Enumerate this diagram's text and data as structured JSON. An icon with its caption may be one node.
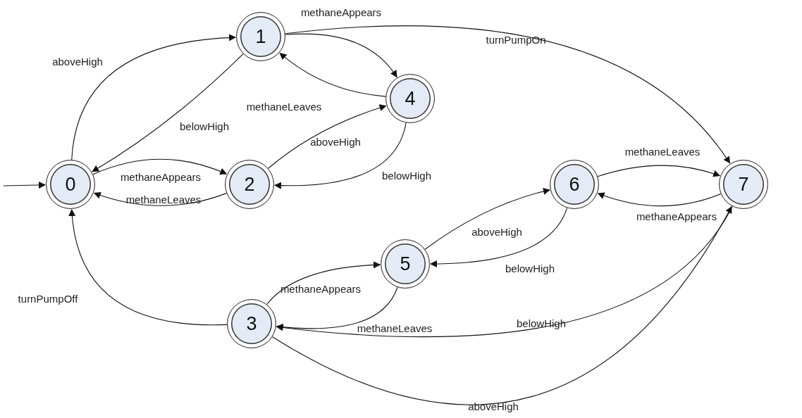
{
  "diagram": {
    "nodes": [
      {
        "text": [
          "0"
        ]
      },
      {
        "text": [
          "1"
        ]
      },
      {
        "text": [
          "2"
        ]
      },
      {
        "text": [
          "3"
        ]
      },
      {
        "text": [
          "4"
        ]
      },
      {
        "text": [
          "5"
        ]
      },
      {
        "text": [
          "6"
        ]
      },
      {
        "text": [
          "7"
        ]
      }
    ],
    "edges": [
      {
        "from": null,
        "to": 0,
        "arrow": "to"
      },
      {
        "from": 0,
        "to": 1,
        "arrow": "to",
        "label": "aboveHigh"
      },
      {
        "from": 1,
        "to": 0,
        "arrow": "to",
        "label": "belowHigh"
      },
      {
        "from": 0,
        "to": 2,
        "arrow": "to",
        "label": "methaneAppears"
      },
      {
        "from": 2,
        "to": 0,
        "arrow": "to",
        "label": "methaneLeaves"
      },
      {
        "from": 1,
        "to": 4,
        "arrow": "to",
        "label": "methaneAppears"
      },
      {
        "from": 4,
        "to": 1,
        "arrow": "to",
        "label": "methaneLeaves"
      },
      {
        "from": 2,
        "to": 4,
        "arrow": "to",
        "label": "aboveHigh"
      },
      {
        "from": 4,
        "to": 2,
        "arrow": "to",
        "label": "belowHigh"
      },
      {
        "from": 1,
        "to": 7,
        "arrow": "to",
        "label": "turnPumpOn"
      },
      {
        "from": 3,
        "to": 0,
        "arrow": "to",
        "label": "turnPumpOff"
      },
      {
        "from": 3,
        "to": 5,
        "arrow": "to",
        "label": "methaneAppears"
      },
      {
        "from": 5,
        "to": 3,
        "arrow": "to",
        "label": "methaneLeaves"
      },
      {
        "from": 5,
        "to": 6,
        "arrow": "to",
        "label": "aboveHigh"
      },
      {
        "from": 6,
        "to": 5,
        "arrow": "to",
        "label": "belowHigh"
      },
      {
        "from": 6,
        "to": 7,
        "arrow": "to",
        "label": "methaneLeaves"
      },
      {
        "from": 7,
        "to": 6,
        "arrow": "to",
        "label": "methaneAppears"
      },
      {
        "from": 7,
        "to": 3,
        "arrow": "to",
        "label": "belowHigh"
      },
      {
        "from": 3,
        "to": 7,
        "arrow": "to",
        "label": "aboveHigh"
      }
    ]
  }
}
